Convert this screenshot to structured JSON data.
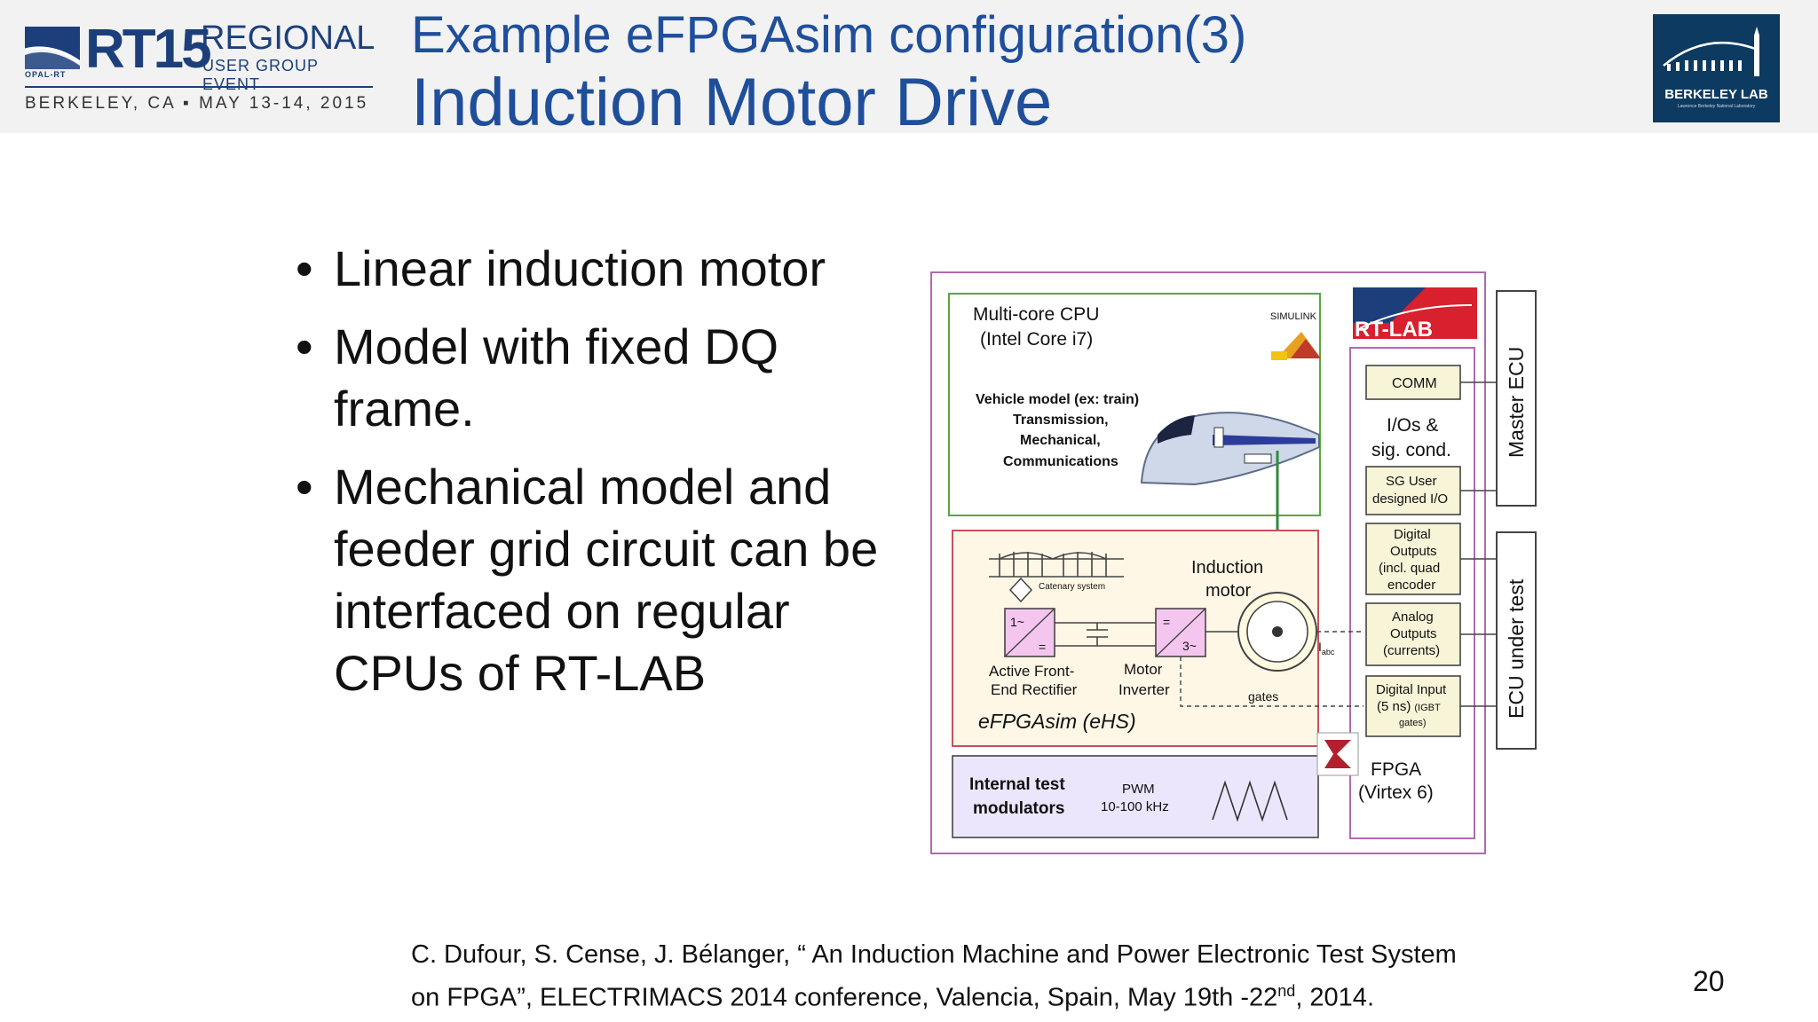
{
  "header": {
    "logo": {
      "brand": "RT15",
      "regional": "REGIONAL",
      "subtitle": "USER GROUP EVENT",
      "opal": "OPAL-RT",
      "location_date": "BERKELEY, CA ▪ MAY 13-14, 2015"
    },
    "title_line1": "Example eFPGAsim configuration(3)",
    "title_line2": "Induction Motor Drive",
    "berkeley_logo": {
      "name": "BERKELEY LAB",
      "subtext": "Lawrence Berkeley National Laboratory"
    }
  },
  "bullets": [
    "Linear induction motor",
    "Model with fixed DQ frame.",
    "Mechanical model and feeder grid circuit can be interfaced on regular CPUs of RT-LAB"
  ],
  "citation": {
    "line1": "C. Dufour, S. Cense, J. Bélanger, “ An Induction Machine and Power Electronic Test System",
    "line2_pre": "on FPGA”, ELECTRIMACS 2014 conference, Valencia, Spain, May 19th -22",
    "line2_sup": "nd",
    "line2_post": ", 2014."
  },
  "page_number": "20",
  "diagram": {
    "cpu_title_1": "Multi-core CPU",
    "cpu_title_2": "(Intel Core i7)",
    "simulink": "SIMULINK",
    "vehicle_lines": [
      "Vehicle model (ex: train)",
      "Transmission,",
      "Mechanical,",
      "Communications"
    ],
    "rtlab_logo": "RT-LAB",
    "catenary": "Catenary system",
    "induction_1": "Induction",
    "induction_2": "motor",
    "rectifier_top": "1~",
    "rectifier_bottom": "=",
    "inverter_top": "=",
    "inverter_bottom": "3~",
    "rectifier_label_1": "Active Front-",
    "rectifier_label_2": "End Rectifier",
    "inverter_label_1": "Motor",
    "inverter_label_2": "Inverter",
    "iabc": "I",
    "iabc_sub": "abc",
    "gates": "gates",
    "efpgasim": "eFPGAsim (eHS)",
    "internal_1": "Internal test",
    "internal_2": "modulators",
    "pwm_1": "PWM",
    "pwm_2": "10-100 kHz",
    "fpga_1": "FPGA",
    "fpga_2": "(Virtex 6)",
    "comm": "COMM",
    "ios_1": "I/Os &",
    "ios_2": "sig. cond.",
    "sg_1": "SG User",
    "sg_2": "designed I/O",
    "digout": [
      "Digital",
      "Outputs",
      "(incl. quad",
      "encoder"
    ],
    "analog": [
      "Analog",
      "Outputs",
      "(currents)"
    ],
    "digin_1": "Digital Input",
    "digin_2a": "(5 ns)",
    "digin_2b": "(IGBT",
    "digin_3": "gates)",
    "master_ecu": "Master ECU",
    "ecu_under_test": "ECU under test"
  },
  "colors": {
    "title_blue": "#1f4e9b",
    "cpu_box_border": "#5aa83a",
    "efpga_box_border": "#c8505a",
    "efpga_fill": "#fff7e6",
    "modulator_fill": "#ebe6fb",
    "outer_border": "#b06ab0",
    "converter_fill": "#f4c6ef"
  }
}
